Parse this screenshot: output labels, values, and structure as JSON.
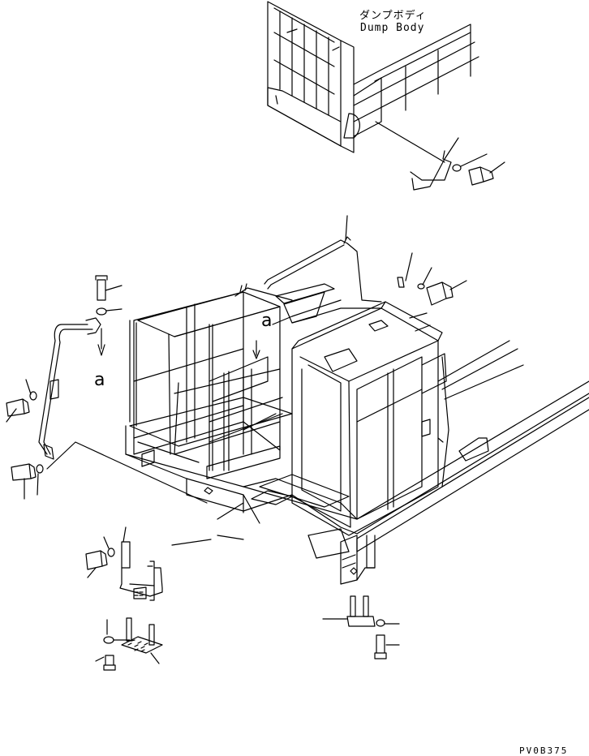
{
  "labels": {
    "japanese": "ダンプボディ",
    "english": "Dump Body",
    "view_marker_1": "a",
    "view_marker_2": "a",
    "drawing_code": "PV0B375"
  }
}
